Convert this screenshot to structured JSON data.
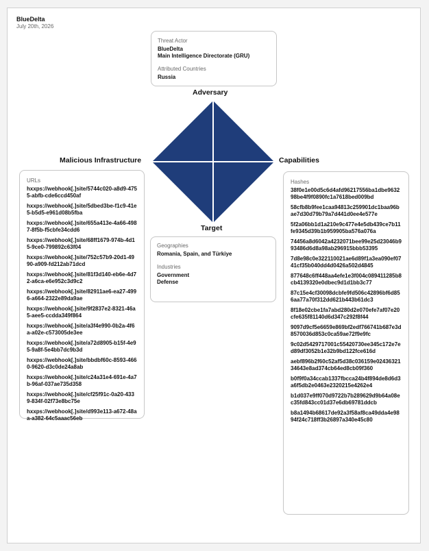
{
  "header": {
    "title": "BlueDelta",
    "date": "July 20th, 2026"
  },
  "adversary": {
    "section_title": "Adversary",
    "threat_actor_label": "Threat Actor",
    "threat_actor_name": "BlueDelta",
    "threat_actor_org": "Main Intelligence Directorate (GRU)",
    "countries_label": "Attributed Countries",
    "countries_value": "Russia"
  },
  "infrastructure": {
    "section_title": "Malicious Infrastructure",
    "urls_label": "URLs",
    "urls": [
      "hxxps://webhook[.]site/5744c020-a8d9-4755-abfb-cde6ccd450af",
      "hxxps://webhook[.]site/5dbed3be-f1c9-41e5-b5d5-e961d08b5fba",
      "hxxps://webhook[.]site/655a413e-4a66-4987-8f5b-f5cbfe34cdd6",
      "hxxps://webhook[.]site/68ff1679-974b-4d15-9ce0-799892c63f04",
      "hxxps://webhook[.]site/752c57b9-20d1-4990-a909-fd212ab71dcd",
      "hxxps://webhook[.]site/81f3d140-eb6e-4d72-a6ca-e6e952c3d9c2",
      "hxxps://webhook[.]site/82911ae6-ea27-4996-a664-2322e89da9ae",
      "hxxps://webhook[.]site/9f2837e2-8321-46a5-aee5-ccdda349f864",
      "hxxps://webhook[.]site/a3f4e990-0b2a-4f6a-a02e-c573005de3ee",
      "hxxps://webhook[.]site/a72d8905-b15f-4e95-9a8f-5e4bb7dc9b3d",
      "hxxps://webhook[.]site/bbdbf60c-8593-4660-9620-d3c0de24a8ab",
      "hxxps://webhook[.]site/c24a31e4-691e-4a7b-96af-037ae735d358",
      "hxxps://webhook[.]site/cf25f91c-0a20-4339-834f-02f73e8bc75e",
      "hxxps://webhook[.]site/d993e113-a672-48aa-a382-64c5aaac56eb"
    ]
  },
  "capabilities": {
    "section_title": "Capabilities",
    "hashes_label": "Hashes",
    "hashes": [
      "38f0e1e00d5c6d4afd96217556ba1dbe963298be4f9f0890fc1a7618bed009bd",
      "58cfb8b9fee1caa94813c259901dc1baa96bae7d30d79b79a7d441d0ee4e577e",
      "5f2a06bb1d1a210e9c477e4e5db439ce7b11fe9345d39b1b959905ba576a076a",
      "74456a8d6042a4232071bee99e25d23046b993486d6d8a98ab296915bbb53395",
      "7d8e98c0e322110021ae6d89f1a3ea090ef0741cf35b040dd4d0426a502d4845",
      "877648c6ff448aa4efe1e3f004c089411285b8cb4139320e0dbec9d1d1bb3c77",
      "87c15e4cf30098dcbfe9fd506c42896bf6d856aa77a70f312dd621b443b61dc3",
      "8f18e02cbe1fa7abd280d2e070efe7af07e20cfe635f81140d6d347c292f8f44",
      "9097d9cf5e6659e869bf2edf766741b687e3d8570036d853c0ca59ae72f9e9fc",
      "9c02d5429717001c55420730ee345c172e7ed89df3052b1e32b9bd122fce616d",
      "aebf896b2f60c52af5d38c036159e0243632134643e8ad374cb64ed8cb09f360",
      "b0f9f0a34ccab1337fbcca24b4f894de8d6d3a6f5db2e0463e2320215e4262e4",
      "b1d037e9ff070d9722b7b289629d9b64a08ec35fd843cc01d37e6db69781ddcb",
      "b8a1494b68617de92a3f58af8ca49dda4e9894f24c718ff3b26897a340e45c80"
    ]
  },
  "target": {
    "section_title": "Target",
    "geographies_label": "Geographies",
    "geographies_value": "Romania, Spain, and Türkiye",
    "industries_label": "Industries",
    "industries": [
      "Government",
      "Defense"
    ]
  },
  "diamond": {
    "fill": "#1f3d7a",
    "divider": "#ffffff"
  }
}
